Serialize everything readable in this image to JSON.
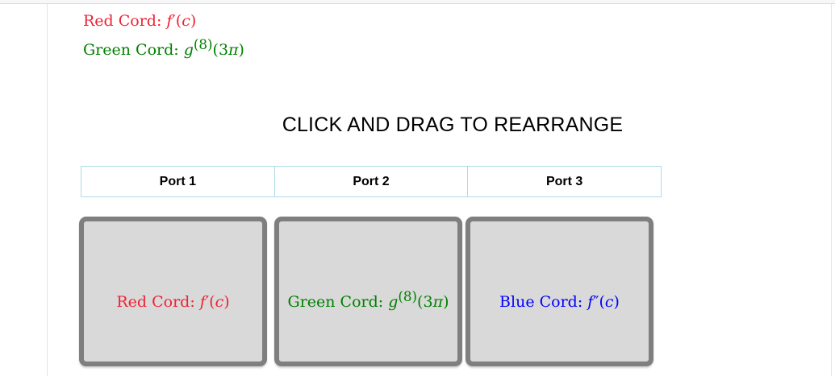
{
  "instruction": "CLICK AND DRAG TO REARRANGE",
  "ports": {
    "headers": [
      "Port 1",
      "Port 2",
      "Port 3"
    ]
  },
  "cords": {
    "red": {
      "label": "Red Cord: ",
      "var": "f",
      "sup": "′",
      "open": "(",
      "arg": "c",
      "close": ")"
    },
    "green": {
      "label": "Green Cord: ",
      "var": "g",
      "sup": "(8)",
      "open": "(",
      "coef": "3",
      "pivar": "π",
      "close": ")"
    },
    "blue": {
      "label": "Blue Cord: ",
      "var": "f",
      "sup": "″",
      "open": "(",
      "arg": "c",
      "close": ")"
    }
  },
  "legend_lines": [
    "red",
    "green"
  ],
  "card_order": [
    "red",
    "green",
    "blue"
  ],
  "colors": {
    "red_cord": "#ee2233",
    "green_cord": "#008000",
    "blue_cord": "#0000ff",
    "card_bg": "#d9d9d9",
    "card_border": "#7f7f7f",
    "table_border": "#aedbe6",
    "top_strip_bg": "#f7f7f7",
    "page_border": "#e3e3e3",
    "heading_text": "#000000"
  }
}
